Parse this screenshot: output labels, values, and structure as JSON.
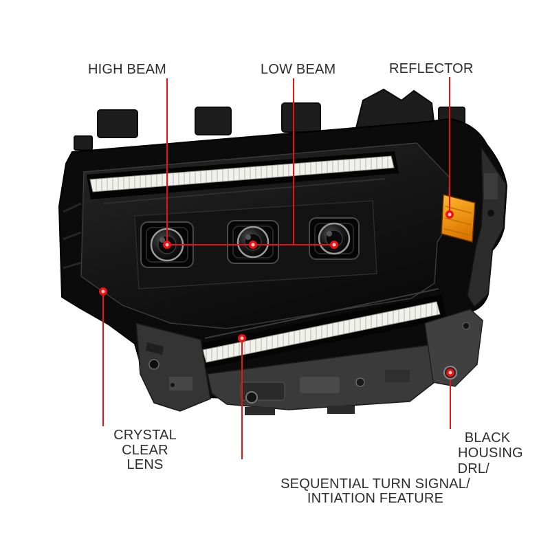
{
  "figure": {
    "background_color": "#ffffff",
    "annotation_color": "#e81414",
    "description": "Black housing triple-projector LED truck headlight assembly with mounting brackets, shown with labeled feature callouts"
  },
  "annotations": {
    "high_beam": {
      "text": "HIGH BEAM"
    },
    "low_beam": {
      "text": "LOW BEAM"
    },
    "reflector": {
      "text": "REFLECTOR"
    },
    "crystal_clear_lens": {
      "line1": "CRYSTAL",
      "line2": "CLEAR LENS"
    },
    "black_housing": {
      "line1": "BLACK",
      "line2": "HOUSING"
    },
    "drl_feature": {
      "line1": "DRL/",
      "line2": "SEQUENTIAL TURN SIGNAL/",
      "line3": "INTIATION FEATURE"
    }
  },
  "illustration": {
    "colors": {
      "housing_black": "#0b0b0b",
      "lens_face": "#1d1d1d",
      "drl_light_bar": "#f1f1ee",
      "amber_reflector": "#f59b13",
      "bracket_gray": "#3a3a3a",
      "chrome_trim": "#9a9a98"
    },
    "callout_targets": [
      "high-beam-projector",
      "low-beam-projector-inner",
      "low-beam-projector-outer",
      "amber-side-reflector",
      "crystal-clear-lens",
      "black-housing-bracket",
      "lower-drl-light-bar"
    ]
  }
}
